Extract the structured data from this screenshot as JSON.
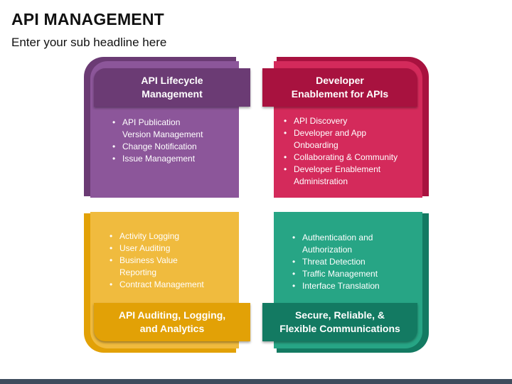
{
  "title": "API MANAGEMENT",
  "subtitle": "Enter your sub headline here",
  "colors": {
    "purple": "#8c569a",
    "crimson": "#d42a5b",
    "amber": "#f0bb3e",
    "teal": "#27a585",
    "footer": "#3f4c5d"
  },
  "quadrants": [
    {
      "heading": "API Lifecycle\nManagement",
      "items": [
        "API Publication\nVersion Management",
        "Change Notification",
        "Issue Management"
      ]
    },
    {
      "heading": "Developer\nEnablement for APIs",
      "items": [
        "API Discovery",
        "Developer and App\nOnboarding",
        "Collaborating & Community",
        "Developer Enablement\nAdministration"
      ]
    },
    {
      "heading": "API Auditing, Logging,\nand Analytics",
      "items": [
        "Activity Logging",
        "User Auditing",
        "Business Value\nReporting",
        "Contract Management"
      ]
    },
    {
      "heading": "Secure, Reliable, &\nFlexible Communications",
      "items": [
        "Authentication and\nAuthorization",
        "Threat Detection",
        "Traffic Management",
        "Interface Translation"
      ]
    }
  ]
}
